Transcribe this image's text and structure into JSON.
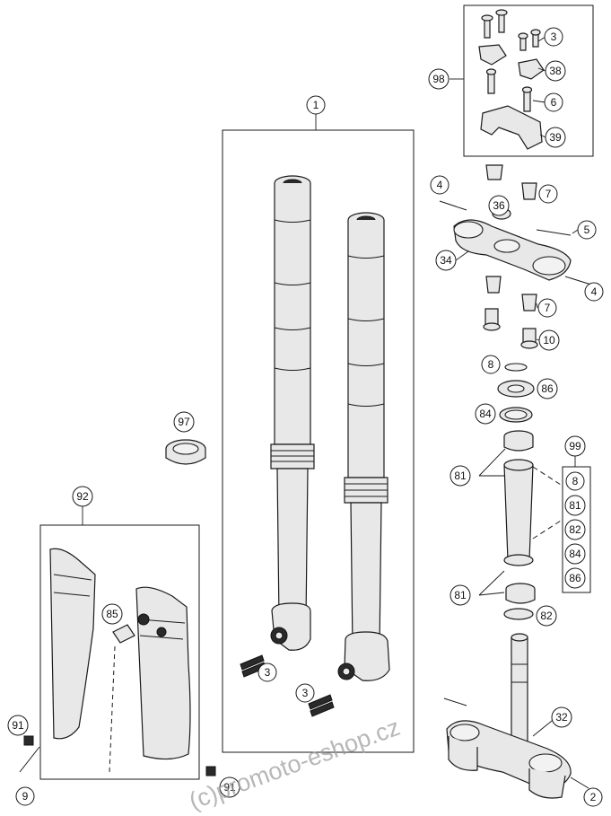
{
  "callouts": {
    "c1": "1",
    "c2": "2",
    "c3a": "3",
    "c3b": "3",
    "c3c": "3",
    "c4a": "4",
    "c4b": "4",
    "c5": "5",
    "c6": "6",
    "c7a": "7",
    "c7b": "7",
    "c8a": "8",
    "c8b": "8",
    "c9": "9",
    "c10": "10",
    "c32": "32",
    "c34": "34",
    "c36": "36",
    "c38": "38",
    "c39": "39",
    "c81a": "81",
    "c81b": "81",
    "c81c": "81",
    "c82a": "82",
    "c82b": "82",
    "c84a": "84",
    "c84b": "84",
    "c85": "85",
    "c86a": "86",
    "c86b": "86",
    "c91a": "91",
    "c91b": "91",
    "c92": "92",
    "c97": "97",
    "c98": "98",
    "c99": "99"
  },
  "watermark": "(c)promoto-eshop.cz"
}
